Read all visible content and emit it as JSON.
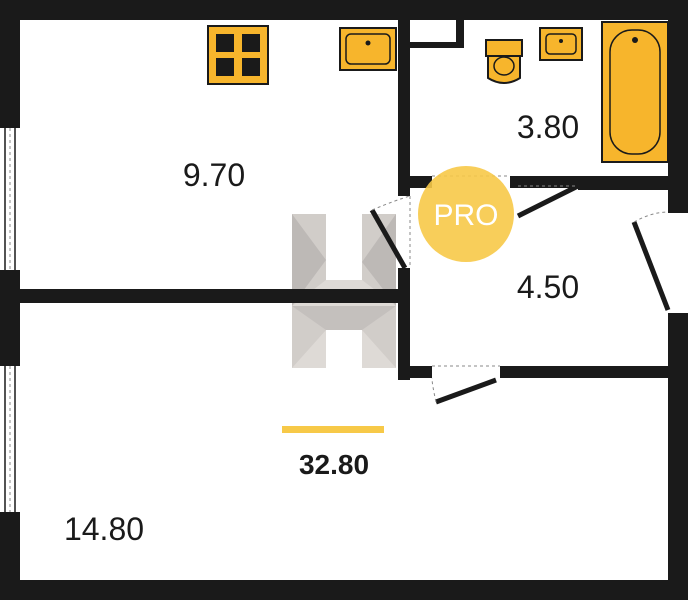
{
  "plan": {
    "rooms": [
      {
        "id": "room-kitchen",
        "area": "9.70"
      },
      {
        "id": "room-bathroom",
        "area": "3.80"
      },
      {
        "id": "room-hallway",
        "area": "4.50"
      },
      {
        "id": "room-living",
        "area": "14.80"
      }
    ],
    "total_area": "32.80",
    "badge": "PRO",
    "colors": {
      "wall": "#1a1a1a",
      "fixture": "#f7b52c",
      "badge": "#f7c948",
      "accent_line": "#f7c948",
      "watermark": "#8a7f78"
    },
    "icons": [
      "stove-icon",
      "sink-icon",
      "toilet-icon",
      "bathtub-icon",
      "door-icon",
      "window-icon",
      "watermark-logo"
    ]
  }
}
